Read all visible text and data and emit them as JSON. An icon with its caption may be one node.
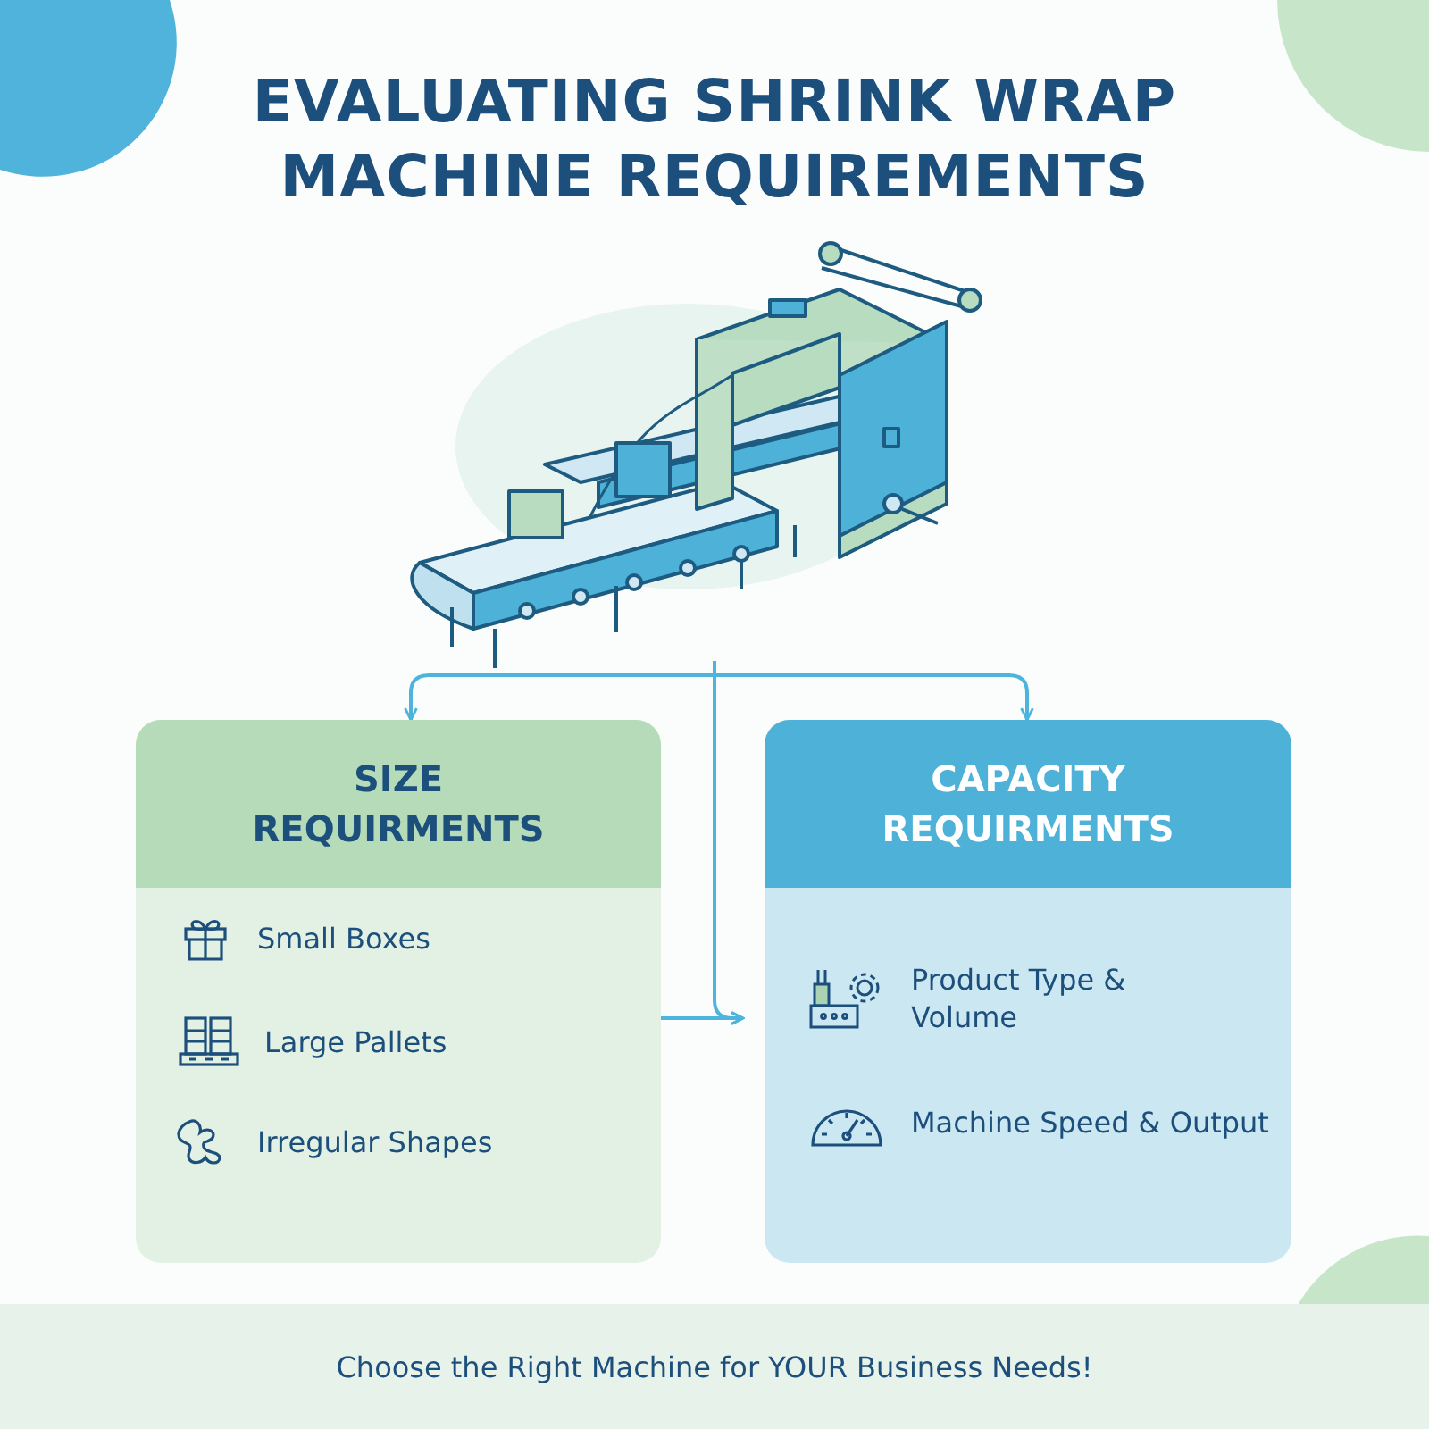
{
  "diagram": {
    "title": "EVALUATING SHRINK WRAP MACHINE REQUIREMENTS",
    "nodes": [
      {
        "text": [],
        "shape": "picture"
      },
      {
        "text": [
          "SIZE REQUIRMENTS",
          "Small Boxes",
          "Large Pallets",
          "Irregular Shapes"
        ]
      },
      {
        "text": [
          "CAPACITY REQUIRMENTS",
          "Product Type & Volume",
          "Machine Speed & Output"
        ]
      },
      {
        "text": [
          "Choose the Right Machine for YOUR Business Needs!"
        ]
      }
    ],
    "edges": [
      {
        "from": 0,
        "to": 1,
        "arrow": "to"
      },
      {
        "from": 0,
        "to": 2,
        "arrow": "to"
      },
      {
        "from": 0,
        "to": 2,
        "arrow": "to"
      },
      {
        "from": 1,
        "to": 2,
        "arrow": "to"
      }
    ]
  }
}
